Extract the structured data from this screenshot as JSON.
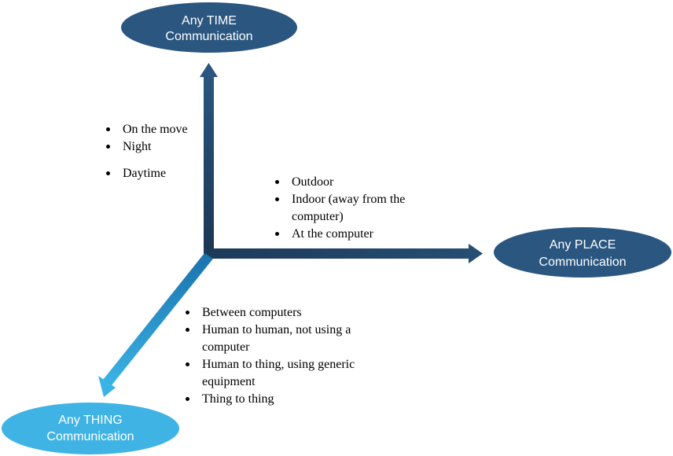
{
  "colors": {
    "dark_navy": "#1f3e5e",
    "navy": "#2a567f",
    "mid_blue": "#1f86c2",
    "light_blue": "#3fb4e4",
    "text": "#000000",
    "ellipse_text": "#ffffff"
  },
  "nodes": {
    "time": {
      "line1": "Any TIME",
      "line2": "Communication"
    },
    "place": {
      "line1": "Any PLACE",
      "line2": "Communication"
    },
    "thing": {
      "line1": "Any THING",
      "line2": "Communication"
    }
  },
  "lists": {
    "time": [
      "On the move",
      "Night",
      "Daytime"
    ],
    "place": [
      "Outdoor",
      "Indoor (away from the computer)",
      "At the computer"
    ],
    "thing": [
      "Between computers",
      "Human to human, not using a computer",
      " Human to thing, using generic equipment",
      "Thing to thing"
    ]
  }
}
